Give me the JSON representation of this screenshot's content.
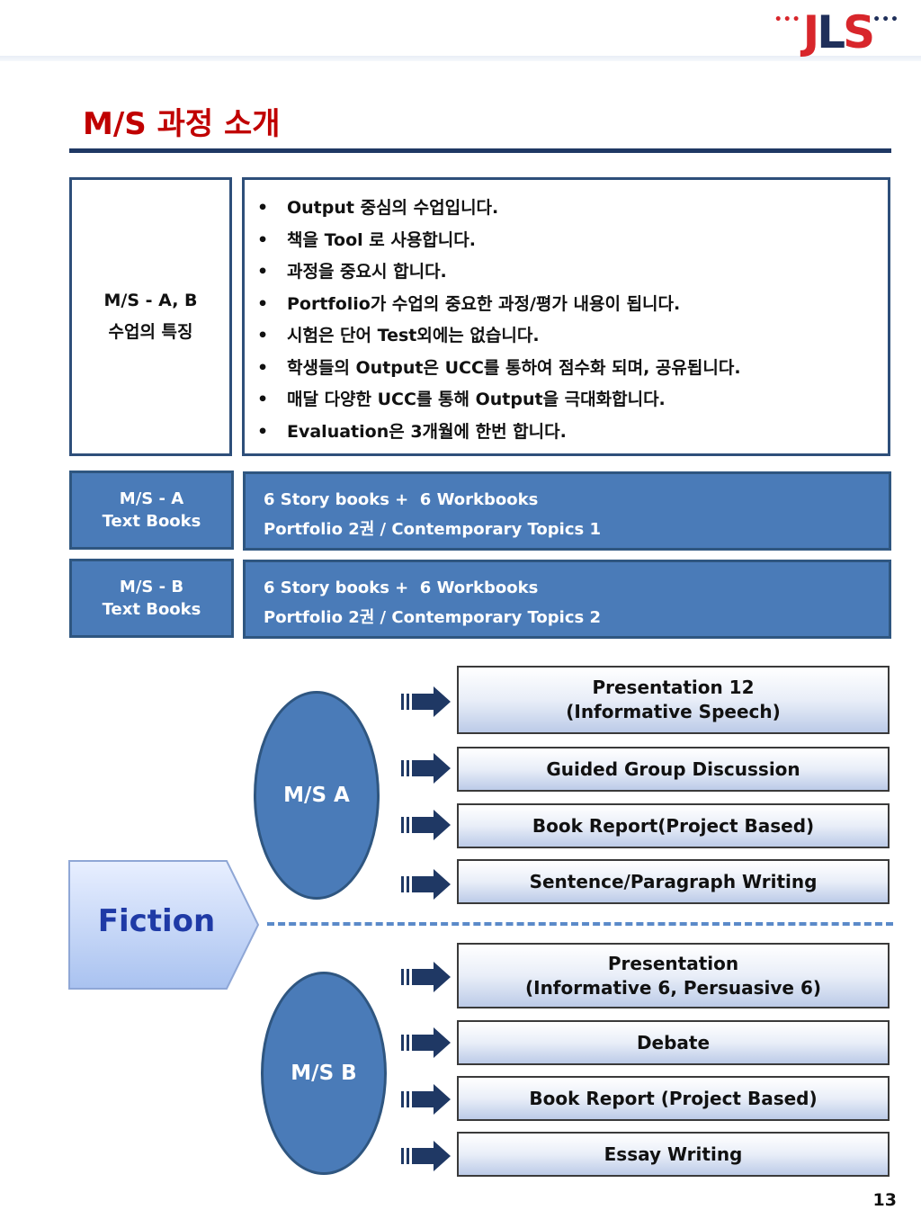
{
  "header": {
    "logo_dots_left": "•••",
    "logo_letters": [
      "J",
      "L",
      "S"
    ],
    "logo_dots_right": "•••",
    "title": "M/S 과정 소개"
  },
  "features": {
    "label_line1": "M/S - A, B",
    "label_line2": "수업의 특징",
    "items": [
      "Output 중심의 수업입니다.",
      "책을 Tool 로 사용합니다.",
      "과정을 중요시 합니다.",
      "Portfolio가 수업의 중요한 과정/평가 내용이 됩니다.",
      "시험은 단어 Test외에는 없습니다.",
      "학생들의 Output은 UCC를 통하여 점수화 되며, 공유됩니다.",
      "매달 다양한 UCC를 통해 Output을 극대화합니다.",
      "Evaluation은 3개월에 한번 합니다."
    ]
  },
  "textbooks": [
    {
      "label_line1": "M/S - A",
      "label_line2": "Text Books",
      "line1": "6 Story books +  6 Workbooks",
      "line2": "Portfolio 2권 / Contemporary Topics 1"
    },
    {
      "label_line1": "M/S - B",
      "label_line2": "Text Books",
      "line1": "6 Story books +  6 Workbooks",
      "line2": "Portfolio 2권 / Contemporary Topics 2"
    }
  ],
  "diagram": {
    "root": "Fiction",
    "branch_a": {
      "label": "M/S A",
      "activities": [
        {
          "line1": "Presentation 12",
          "line2": "(Informative Speech)"
        },
        {
          "line1": "Guided Group Discussion",
          "line2": ""
        },
        {
          "line1": "Book Report(Project Based)",
          "line2": ""
        },
        {
          "line1": "Sentence/Paragraph Writing",
          "line2": ""
        }
      ]
    },
    "branch_b": {
      "label": "M/S B",
      "activities": [
        {
          "line1": "Presentation",
          "line2": "(Informative 6, Persuasive 6)"
        },
        {
          "line1": "Debate",
          "line2": ""
        },
        {
          "line1": "Book Report (Project Based)",
          "line2": ""
        },
        {
          "line1": "Essay Writing",
          "line2": ""
        }
      ]
    }
  },
  "footer": {
    "page_number": "13"
  },
  "colors": {
    "title": "#c00000",
    "logo_red": "#d8262b",
    "logo_navy": "#1f2f5a",
    "box_fill": "#4a7bb8",
    "box_border": "#2f5680",
    "rule": "#1f3864",
    "fiction_text": "#1f3aa6",
    "arrow": "#1f3864",
    "dash": "#5b8ac9"
  }
}
